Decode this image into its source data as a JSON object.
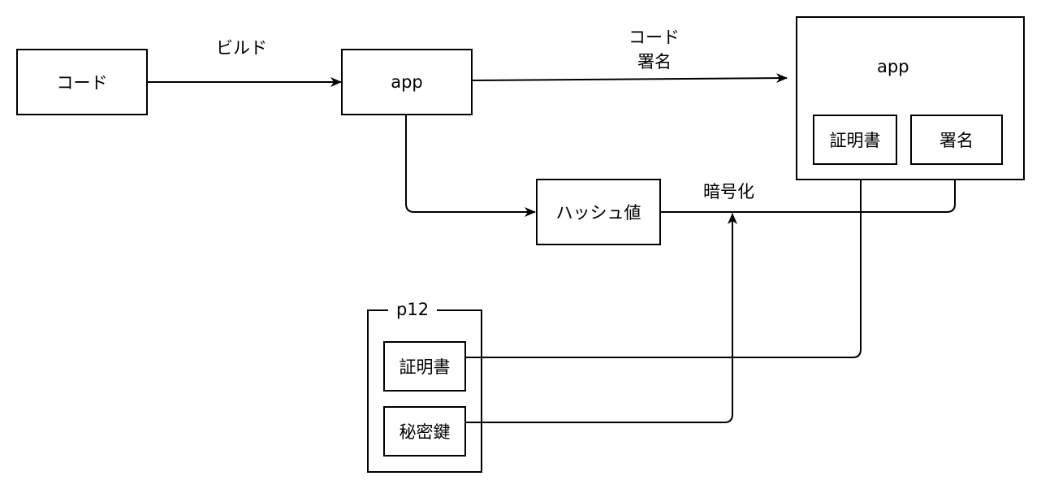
{
  "nodes": {
    "code": "コード",
    "app": "app",
    "hash": "ハッシュ値",
    "signed_app_title": "app",
    "signed_app_cert": "証明書",
    "signed_app_signature": "署名",
    "p12_title": "p12",
    "p12_cert": "証明書",
    "p12_private_key": "秘密鍵"
  },
  "edges": {
    "build": "ビルド",
    "code_signing_line1": "コード",
    "code_signing_line2": "署名",
    "encrypt": "暗号化"
  }
}
